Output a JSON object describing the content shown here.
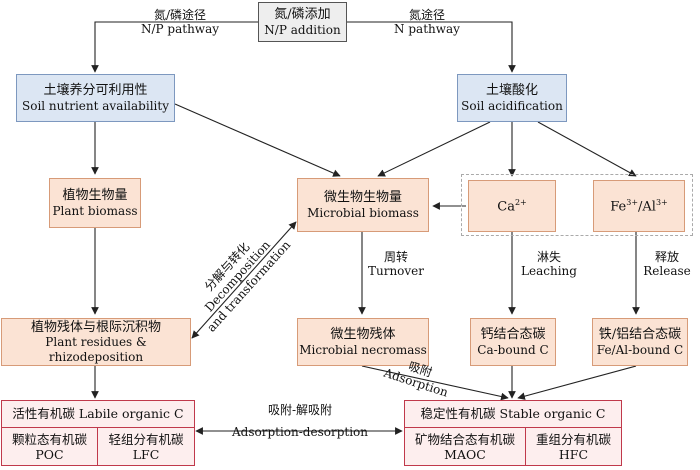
{
  "top": {
    "zh": "氮/磷添加",
    "en": "N/P addition",
    "left_path_zh": "氮/磷途径",
    "left_path_en": "N/P pathway",
    "right_path_zh": "氮途径",
    "right_path_en": "N pathway"
  },
  "soil_nutrient": {
    "zh": "土壤养分可利用性",
    "en": "Soil nutrient availability"
  },
  "soil_acid": {
    "zh": "土壤酸化",
    "en": "Soil acidification"
  },
  "plant_biomass": {
    "zh": "植物生物量",
    "en": "Plant biomass"
  },
  "microbial_biomass": {
    "zh": "微生物生物量",
    "en": "Microbial biomass"
  },
  "ca": {
    "base": "Ca",
    "sup": "2+"
  },
  "fe": {
    "base1": "Fe",
    "sup1": "3+",
    "mid": "/Al",
    "sup2": "3+"
  },
  "plant_residues": {
    "zh": "植物残体与根际沉积物",
    "en": "Plant residues & rhizodeposition"
  },
  "necromass": {
    "zh": "微生物残体",
    "en": "Microbial necromass"
  },
  "ca_bound": {
    "zh": "钙结合态碳",
    "en": "Ca-bound C"
  },
  "fe_bound": {
    "zh": "铁/铝结合态碳",
    "en": "Fe/Al-bound C"
  },
  "decomp": {
    "zh": "分解与转化",
    "en1": "Decomposition",
    "en2": "and transformation"
  },
  "turnover": {
    "zh": "周转",
    "en": "Turnover"
  },
  "leaching": {
    "zh": "淋失",
    "en": "Leaching"
  },
  "release": {
    "zh": "释放",
    "en": "Release"
  },
  "adsorption": {
    "zh": "吸附",
    "en": "Adsorption"
  },
  "labile": {
    "title": "活性有机碳 Labile organic C",
    "poc_zh": "颗粒态有机碳",
    "poc_en": "POC",
    "lfc_zh": "轻组分有机碳",
    "lfc_en": "LFC"
  },
  "stable": {
    "title": "稳定性有机碳 Stable organic C",
    "maoc_zh": "矿物结合态有机碳",
    "maoc_en": "MAOC",
    "hfc_zh": "重组分有机碳",
    "hfc_en": "HFC"
  },
  "ads_des": {
    "zh": "吸附-解吸附",
    "en": "Adsorption-desorption"
  },
  "colors": {
    "line": "#222222",
    "grey_fill": "#eeeeee",
    "blue_fill": "#dce6f3",
    "peach_fill": "#fbe3d4",
    "pink_fill": "#fdeeee",
    "pink_border": "#c0394b"
  }
}
